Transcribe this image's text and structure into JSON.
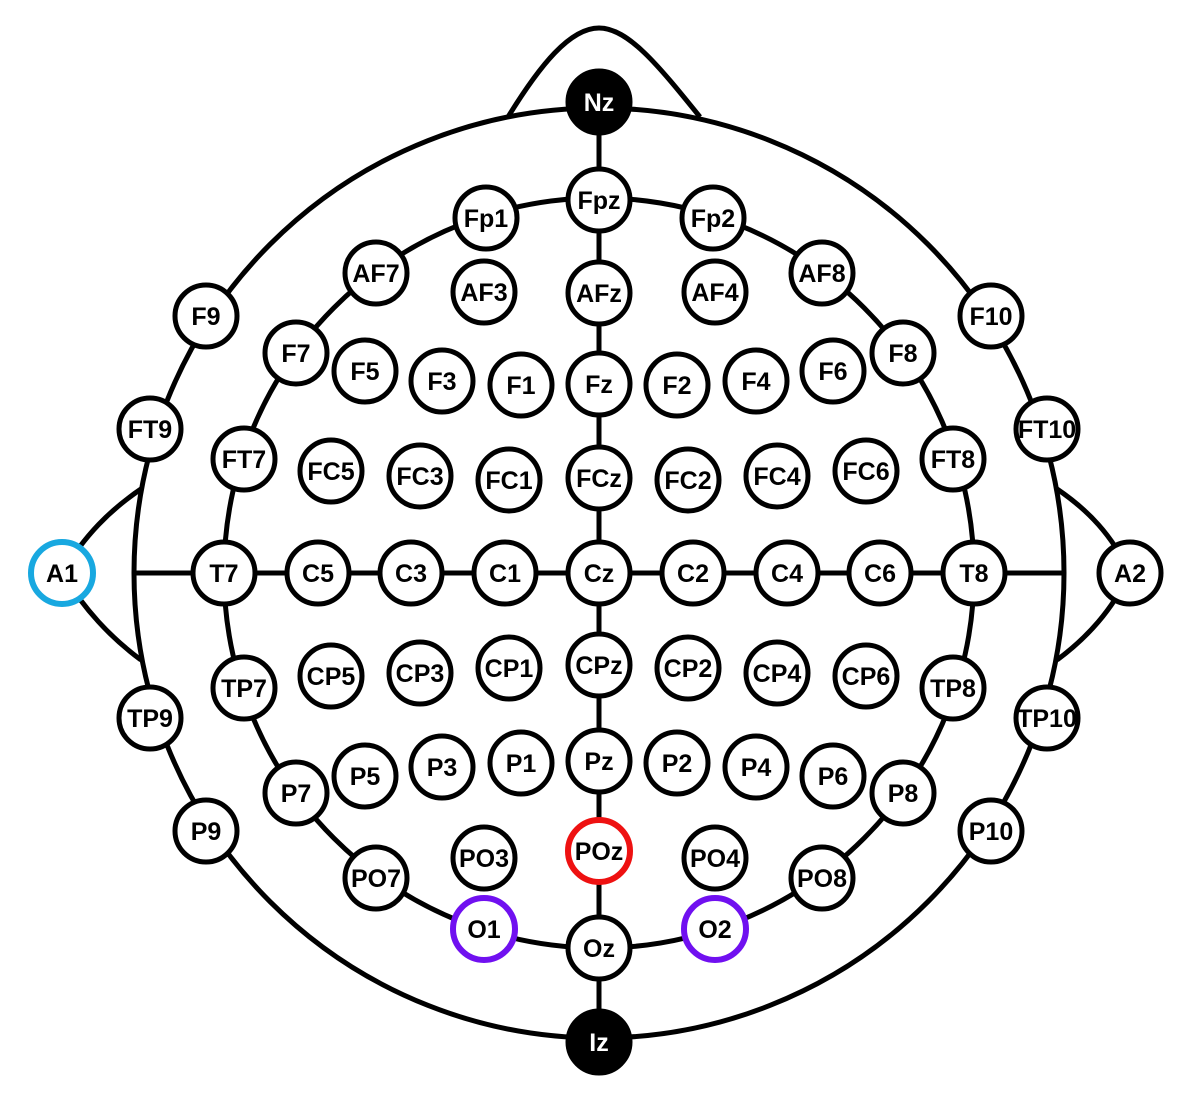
{
  "colors": {
    "outline": "#000000",
    "fill": "#ffffff",
    "filled_electrode": "#000000",
    "filled_text": "#ffffff",
    "highlight_red": "#ee1111",
    "highlight_purple": "#7010f0",
    "highlight_blue": "#18a8e0"
  },
  "electrodes": [
    {
      "label": "Nz",
      "style": "filled"
    },
    {
      "label": "Fpz"
    },
    {
      "label": "Fp1"
    },
    {
      "label": "Fp2"
    },
    {
      "label": "AF7"
    },
    {
      "label": "AF3"
    },
    {
      "label": "AFz"
    },
    {
      "label": "AF4"
    },
    {
      "label": "AF8"
    },
    {
      "label": "F9"
    },
    {
      "label": "F10"
    },
    {
      "label": "F7"
    },
    {
      "label": "F5"
    },
    {
      "label": "F3"
    },
    {
      "label": "F1"
    },
    {
      "label": "Fz"
    },
    {
      "label": "F2"
    },
    {
      "label": "F4"
    },
    {
      "label": "F6"
    },
    {
      "label": "F8"
    },
    {
      "label": "FT9"
    },
    {
      "label": "FT10"
    },
    {
      "label": "FT7"
    },
    {
      "label": "FC5"
    },
    {
      "label": "FC3"
    },
    {
      "label": "FC1"
    },
    {
      "label": "FCz"
    },
    {
      "label": "FC2"
    },
    {
      "label": "FC4"
    },
    {
      "label": "FC6"
    },
    {
      "label": "FT8"
    },
    {
      "label": "A1",
      "style": "highlight_blue"
    },
    {
      "label": "T7"
    },
    {
      "label": "C5"
    },
    {
      "label": "C3"
    },
    {
      "label": "C1"
    },
    {
      "label": "Cz"
    },
    {
      "label": "C2"
    },
    {
      "label": "C4"
    },
    {
      "label": "C6"
    },
    {
      "label": "T8"
    },
    {
      "label": "A2"
    },
    {
      "label": "TP9"
    },
    {
      "label": "TP10"
    },
    {
      "label": "TP7"
    },
    {
      "label": "CP5"
    },
    {
      "label": "CP3"
    },
    {
      "label": "CP1"
    },
    {
      "label": "CPz"
    },
    {
      "label": "CP2"
    },
    {
      "label": "CP4"
    },
    {
      "label": "CP6"
    },
    {
      "label": "TP8"
    },
    {
      "label": "P9"
    },
    {
      "label": "P10"
    },
    {
      "label": "P7"
    },
    {
      "label": "P5"
    },
    {
      "label": "P3"
    },
    {
      "label": "P1"
    },
    {
      "label": "Pz"
    },
    {
      "label": "P2"
    },
    {
      "label": "P4"
    },
    {
      "label": "P6"
    },
    {
      "label": "P8"
    },
    {
      "label": "PO7"
    },
    {
      "label": "PO3"
    },
    {
      "label": "POz",
      "style": "highlight_red"
    },
    {
      "label": "PO4"
    },
    {
      "label": "PO8"
    },
    {
      "label": "O1",
      "style": "highlight_purple"
    },
    {
      "label": "Oz"
    },
    {
      "label": "O2",
      "style": "highlight_purple"
    },
    {
      "label": "Iz",
      "style": "filled"
    }
  ]
}
